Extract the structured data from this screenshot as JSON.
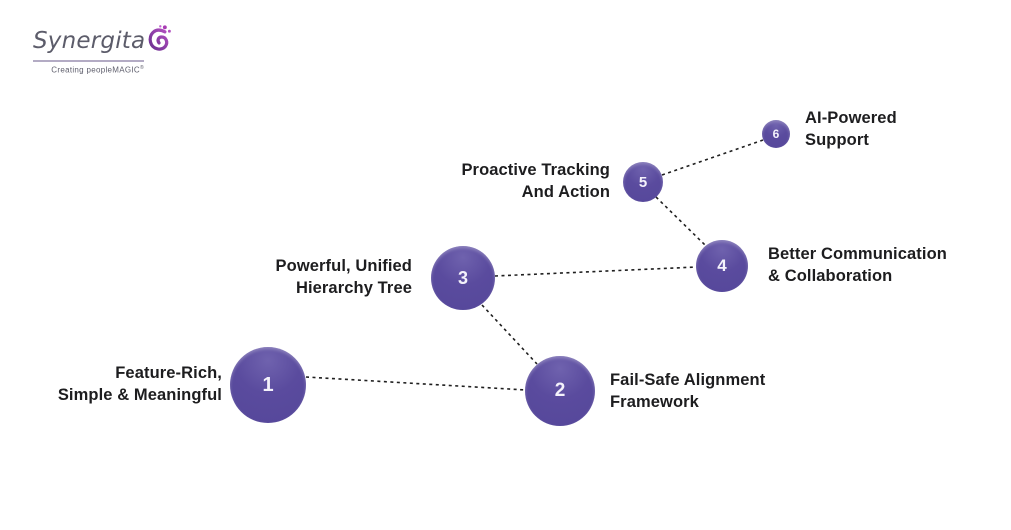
{
  "brand": {
    "name": "Synergita",
    "tagline": "Creating peopleMAGIC",
    "registered_mark": "®"
  },
  "colors": {
    "background": "#ffffff",
    "node_fill": "#58499b",
    "node_fill_highlight": "#6f62ae",
    "node_number_text": "#f4f2fb",
    "connector_line": "#1f1f1f",
    "label_text": "#1d1d1f",
    "logo_text": "#5c5c6a",
    "logo_icon_purple": "#7b2e8f",
    "logo_icon_magenta": "#a93bb4",
    "logo_underline": "#b3abc4"
  },
  "diagram": {
    "nodes": [
      {
        "number": "1",
        "label_line1": "Feature-Rich,",
        "label_line2": "Simple & Meaningful",
        "label_side": "left"
      },
      {
        "number": "2",
        "label_line1": "Fail-Safe Alignment",
        "label_line2": "Framework",
        "label_side": "right"
      },
      {
        "number": "3",
        "label_line1": "Powerful, Unified",
        "label_line2": "Hierarchy Tree",
        "label_side": "left"
      },
      {
        "number": "4",
        "label_line1": "Better Communication",
        "label_line2": "& Collaboration",
        "label_side": "right"
      },
      {
        "number": "5",
        "label_line1": "Proactive Tracking",
        "label_line2": "And Action",
        "label_side": "left"
      },
      {
        "number": "6",
        "label_line1": "AI-Powered",
        "label_line2": "Support",
        "label_side": "right"
      }
    ],
    "connections": [
      {
        "from": "1",
        "to": "2"
      },
      {
        "from": "3",
        "to": "2"
      },
      {
        "from": "3",
        "to": "4"
      },
      {
        "from": "5",
        "to": "4"
      },
      {
        "from": "5",
        "to": "6"
      }
    ]
  }
}
